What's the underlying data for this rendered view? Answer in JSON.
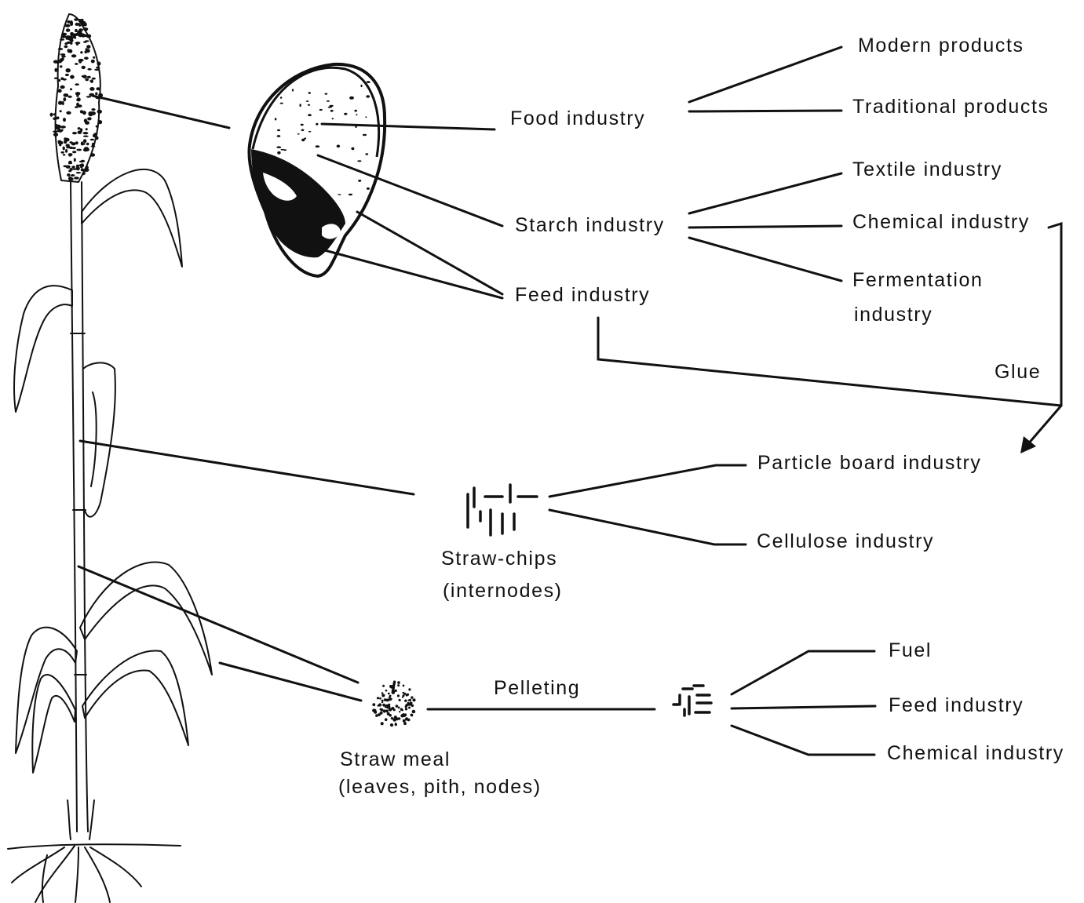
{
  "labels": {
    "modern_products": "Modern products",
    "traditional_products": "Traditional products",
    "food_industry": "Food industry",
    "textile_industry": "Textile industry",
    "starch_industry": "Starch industry",
    "chemical_industry_1": "Chemical industry",
    "feed_industry_1": "Feed industry",
    "fermentation_line1": "Fermentation",
    "fermentation_line2": "industry",
    "glue": "Glue",
    "particle_board_industry": "Particle board industry",
    "cellulose_industry": "Cellulose industry",
    "straw_chips_line1": "Straw-chips",
    "straw_chips_line2": "(internodes)",
    "pelleting": "Pelleting",
    "fuel": "Fuel",
    "feed_industry_2": "Feed industry",
    "chemical_industry_2": "Chemical industry",
    "straw_meal_line1": "Straw meal",
    "straw_meal_line2": "(leaves, pith, nodes)"
  },
  "icons": {
    "plant": "sorghum-plant-illustration",
    "grain": "grain-kernel-cross-section",
    "chips": "straw-chips-icon",
    "meal": "straw-meal-dots-icon",
    "pellets": "pellets-icon"
  },
  "colors": {
    "ink": "#111111",
    "background": "#ffffff"
  }
}
